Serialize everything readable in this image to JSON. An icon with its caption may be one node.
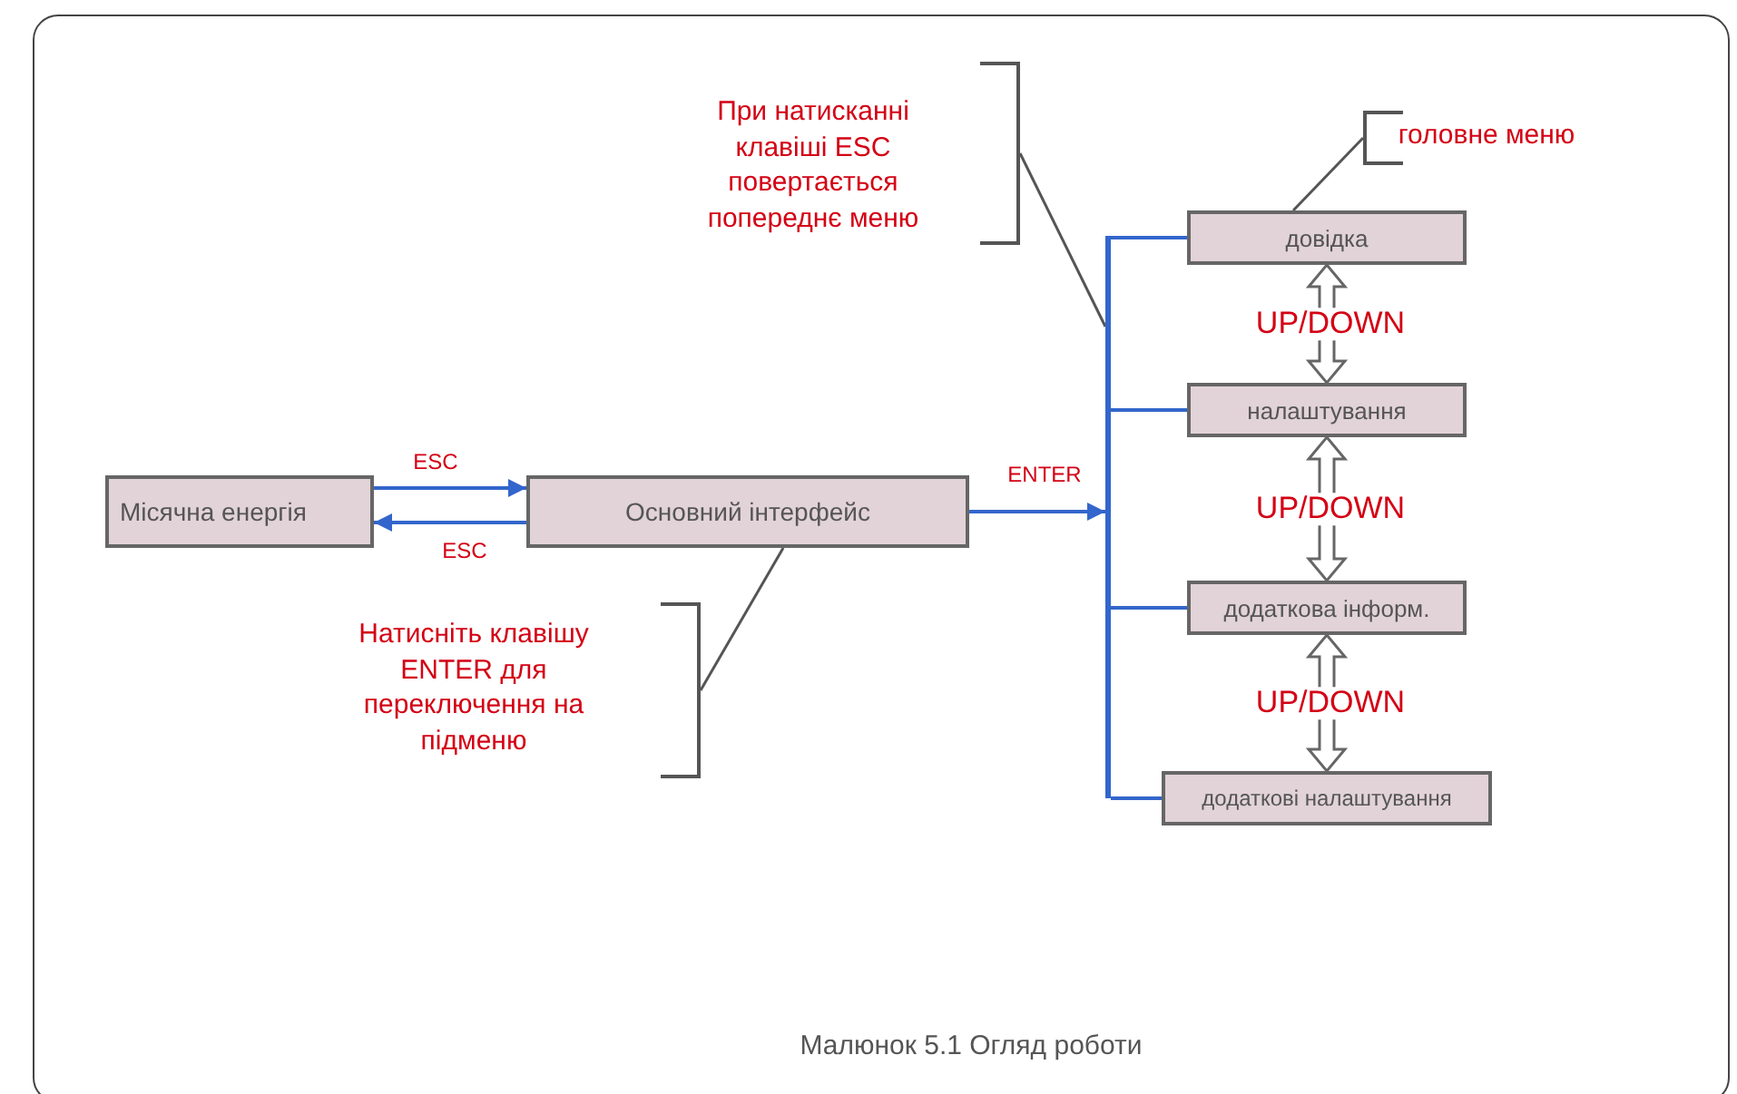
{
  "diagram": {
    "caption": "Малюнок 5.1 Огляд роботи",
    "nodes": [
      {
        "text": [
          "Місячна енергія"
        ]
      },
      {
        "text": [
          "Основний інтерфейс"
        ]
      },
      {
        "text": [
          "довідка"
        ]
      },
      {
        "text": [
          "налаштування"
        ]
      },
      {
        "text": [
          "додаткова інформ."
        ]
      },
      {
        "text": [
          "додаткові налаштування"
        ]
      },
      {
        "text": [
          "При натисканні клавіші ESC повертається попереднє меню"
        ]
      },
      {
        "text": [
          "головне меню"
        ]
      },
      {
        "text": [
          "Натисніть клавішу ENTER для переключення на підменю"
        ]
      },
      {
        "text": [],
        "shape": "bar"
      }
    ],
    "edges": [
      {
        "from": 0,
        "to": 1,
        "arrow": "to",
        "label": "ESC"
      },
      {
        "from": 1,
        "to": 0,
        "arrow": "to",
        "label": "ESC"
      },
      {
        "from": 1,
        "to": 9,
        "arrow": "to",
        "label": "ENTER"
      },
      {
        "from": 9,
        "to": 2,
        "arrow": "none"
      },
      {
        "from": 9,
        "to": 3,
        "arrow": "none"
      },
      {
        "from": 9,
        "to": 4,
        "arrow": "none"
      },
      {
        "from": 9,
        "to": 5,
        "arrow": "none"
      },
      {
        "from": 2,
        "to": 3,
        "arrow": "both",
        "label": "UP/DOWN",
        "color": "#666666"
      },
      {
        "from": 3,
        "to": 4,
        "arrow": "both",
        "label": "UP/DOWN",
        "color": "#666666"
      },
      {
        "from": 4,
        "to": 5,
        "arrow": "both",
        "label": "UP/DOWN",
        "color": "#666666"
      },
      {
        "from": 6,
        "to": 9,
        "arrow": "none",
        "color": "#555555"
      },
      {
        "from": 7,
        "to": 2,
        "arrow": "none",
        "color": "#555555"
      },
      {
        "from": 8,
        "to": 1,
        "arrow": "none",
        "color": "#555555"
      }
    ]
  }
}
